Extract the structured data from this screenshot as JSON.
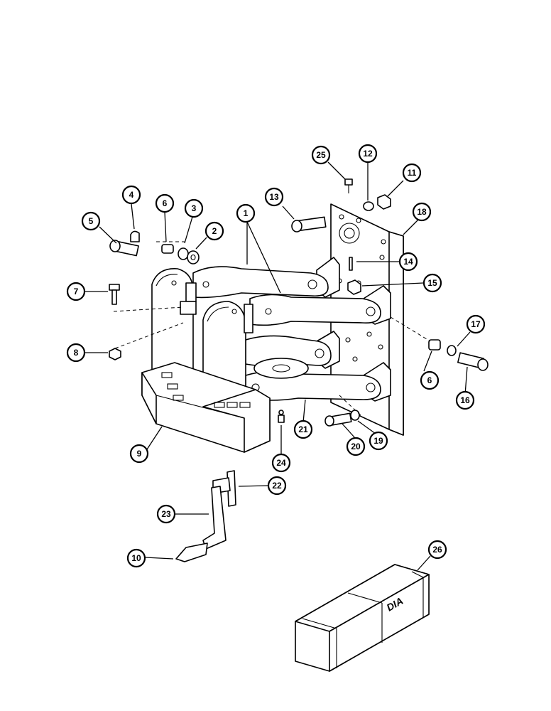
{
  "callouts": [
    {
      "label": "1"
    },
    {
      "label": "2"
    },
    {
      "label": "3"
    },
    {
      "label": "4"
    },
    {
      "label": "5"
    },
    {
      "label": "6"
    },
    {
      "label": "6"
    },
    {
      "label": "7"
    },
    {
      "label": "8"
    },
    {
      "label": "9"
    },
    {
      "label": "10"
    },
    {
      "label": "11"
    },
    {
      "label": "12"
    },
    {
      "label": "13"
    },
    {
      "label": "14"
    },
    {
      "label": "15"
    },
    {
      "label": "16"
    },
    {
      "label": "17"
    },
    {
      "label": "18"
    },
    {
      "label": "19"
    },
    {
      "label": "20"
    },
    {
      "label": "21"
    },
    {
      "label": "22"
    },
    {
      "label": "23"
    },
    {
      "label": "24"
    },
    {
      "label": "25"
    },
    {
      "label": "26"
    }
  ],
  "crate": {
    "marking": "DIA"
  }
}
